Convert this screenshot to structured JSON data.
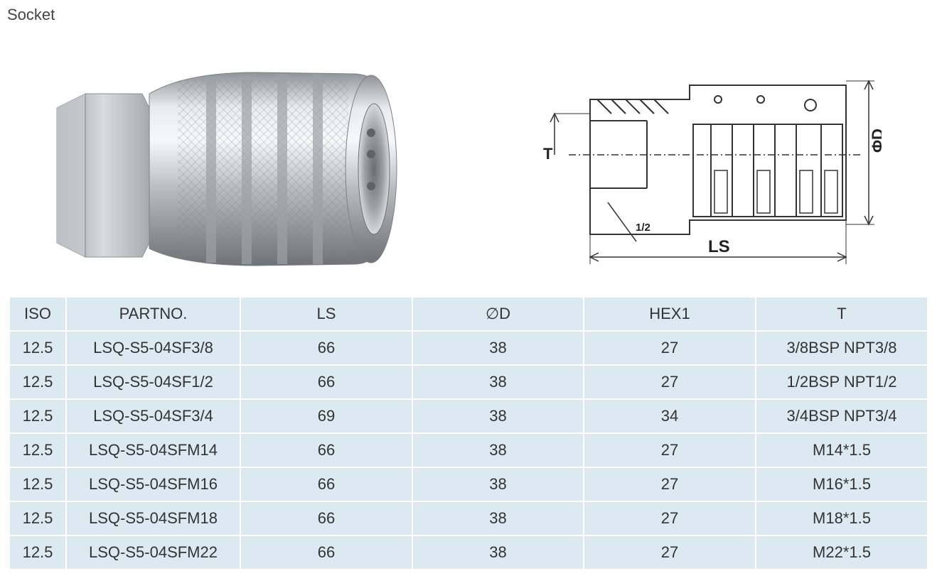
{
  "heading": "Socket",
  "table": {
    "headers": [
      "ISO",
      "PARTNO.",
      "LS",
      "∅D",
      "HEX1",
      "T"
    ],
    "rows": [
      [
        "12.5",
        "LSQ-S5-04SF3/8",
        "66",
        "38",
        "27",
        "3/8BSP NPT3/8"
      ],
      [
        "12.5",
        "LSQ-S5-04SF1/2",
        "66",
        "38",
        "27",
        "1/2BSP NPT1/2"
      ],
      [
        "12.5",
        "LSQ-S5-04SF3/4",
        "69",
        "38",
        "34",
        "3/4BSP NPT3/4"
      ],
      [
        "12.5",
        "LSQ-S5-04SFM14",
        "66",
        "38",
        "27",
        "M14*1.5"
      ],
      [
        "12.5",
        "LSQ-S5-04SFM16",
        "66",
        "38",
        "27",
        "M16*1.5"
      ],
      [
        "12.5",
        "LSQ-S5-04SFM18",
        "66",
        "38",
        "27",
        "M18*1.5"
      ],
      [
        "12.5",
        "LSQ-S5-04SFM22",
        "66",
        "38",
        "27",
        "M22*1.5"
      ]
    ]
  },
  "drawing": {
    "dim_T": "T",
    "dim_D": "ΦD",
    "dim_LS": "LS",
    "angle": "1/2"
  }
}
